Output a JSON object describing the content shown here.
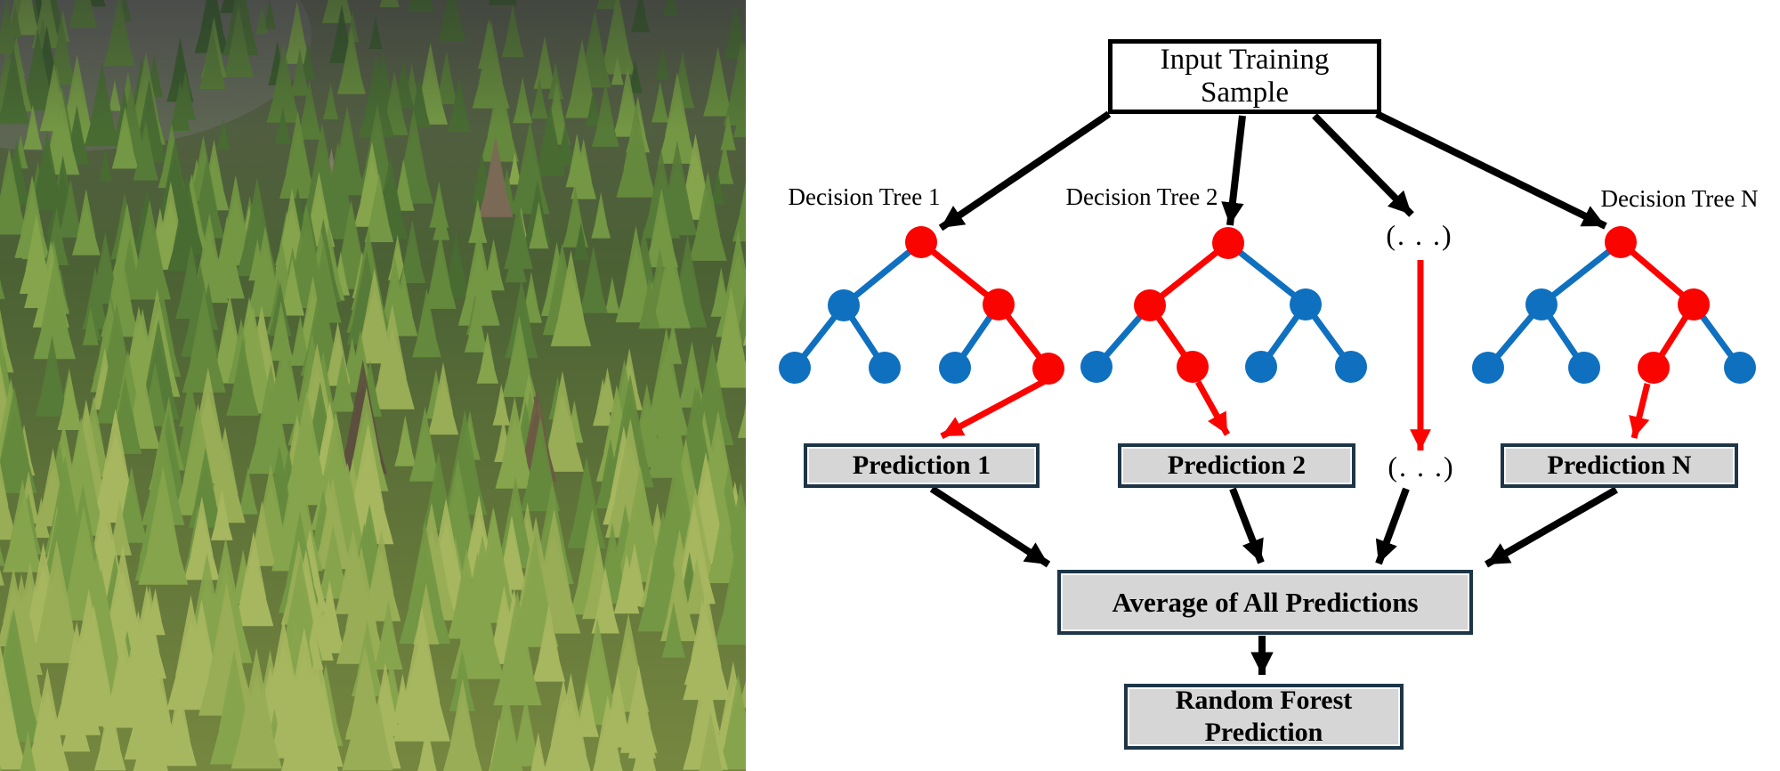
{
  "photo": {
    "description": "Dense evergreen conifer forest covering a hillside, seen from above"
  },
  "diagram": {
    "colors": {
      "red": "#fa0400",
      "blue": "#0f70c0",
      "black": "#000000",
      "box_fill": "#d6d6d6",
      "box_border": "#1d3547",
      "input_box_border": "#000000"
    },
    "input_box": {
      "label": "Input Training Sample"
    },
    "ellipsis_trees": "(. . .)",
    "ellipsis_predictions": "(. . .)",
    "trees": [
      {
        "label": "Decision Tree 1",
        "nodes": [
          "red",
          "blue",
          "red",
          "blue",
          "blue",
          "blue",
          "red"
        ],
        "edges": [
          "blue",
          "red",
          "blue",
          "blue",
          "blue",
          "red"
        ],
        "prediction": {
          "label": "Prediction 1"
        }
      },
      {
        "label": "Decision Tree 2",
        "nodes": [
          "red",
          "red",
          "blue",
          "blue",
          "red",
          "blue",
          "blue"
        ],
        "edges": [
          "red",
          "blue",
          "blue",
          "red",
          "blue",
          "blue"
        ],
        "prediction": {
          "label": "Prediction 2"
        }
      },
      {
        "label": "Decision Tree N",
        "nodes": [
          "red",
          "blue",
          "red",
          "blue",
          "blue",
          "red",
          "blue"
        ],
        "edges": [
          "blue",
          "red",
          "blue",
          "blue",
          "red",
          "blue"
        ],
        "prediction": {
          "label": "Prediction N"
        }
      }
    ],
    "average_box": {
      "label": "Average of All Predictions"
    },
    "final_box": {
      "label": "Random Forest Prediction",
      "lines": [
        "Random Forest",
        "Prediction"
      ]
    }
  }
}
